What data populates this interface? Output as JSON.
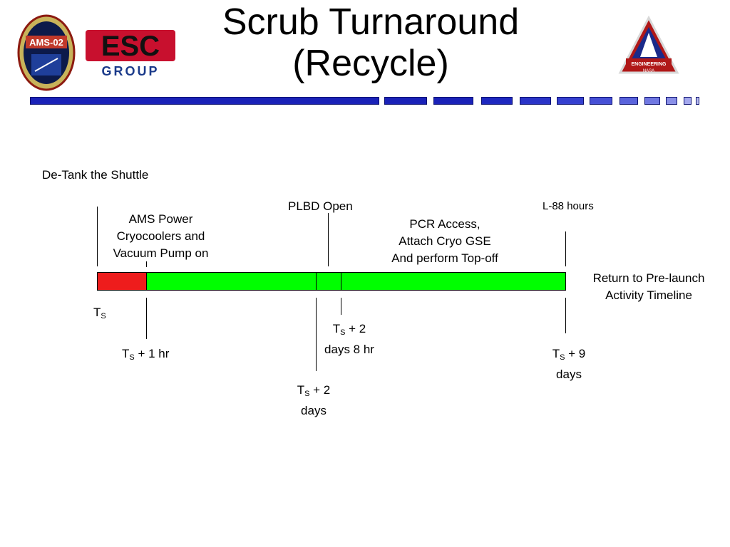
{
  "header": {
    "title_line1": "Scrub Turnaround",
    "title_line2": "(Recycle)",
    "logo_left_patch_text": "AMS-02",
    "logo_esc_text": "ESC",
    "logo_esc_group_text": "GROUP",
    "logo_right_text": "ENGINEERING",
    "logo_right_subtext": "NASA",
    "colors": {
      "bar_blue": "#1a22b8",
      "bar_dark": "#0a0f6e",
      "red_phase": "#ee1c1c",
      "green_phase": "#00ff00"
    }
  },
  "diagram": {
    "heading": "De-Tank the Shuttle",
    "top_labels": {
      "ams_power": [
        "AMS Power",
        "Cryocoolers and",
        "Vacuum Pump on"
      ],
      "plbd_open": "PLBD Open",
      "pcr_access": [
        "PCR Access,",
        "Attach Cryo GSE",
        "And perform Top-off"
      ],
      "l88": "L-88 hours"
    },
    "side_label": [
      "Return to Pre-launch",
      "Activity Timeline"
    ],
    "markers": {
      "ts": {
        "t": "T",
        "s": "S",
        "rest": ""
      },
      "ts_1hr": {
        "t": "T",
        "s": "S",
        "rest": " + 1 hr"
      },
      "ts_2days": {
        "t": "T",
        "s": "S",
        "rest": " + 2",
        "line2": "days"
      },
      "ts_2days8hr": {
        "t": "T",
        "s": "S",
        "rest": " + 2",
        "line2": "days 8 hr"
      },
      "ts_9days": {
        "t": "T",
        "s": "S",
        "rest": " + 9",
        "line2": "days"
      }
    }
  }
}
